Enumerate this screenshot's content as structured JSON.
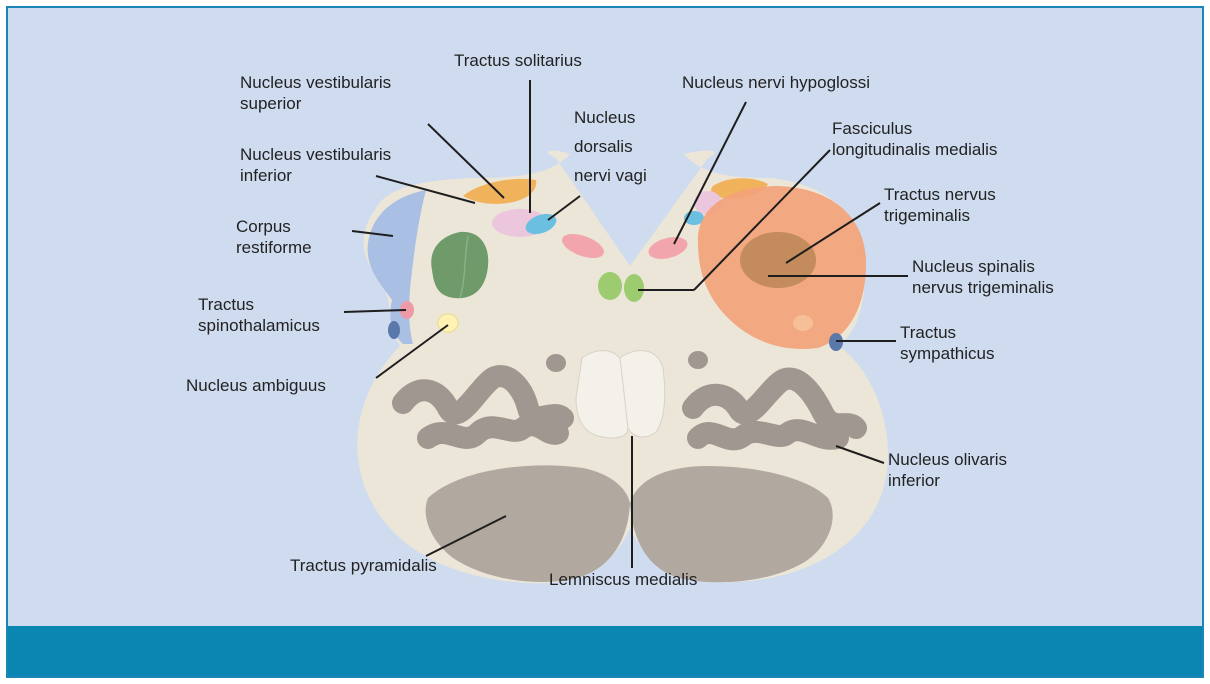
{
  "colors": {
    "background": "#cfdcef",
    "frame_border": "#1b86b5",
    "bottom_band": "#0b85b2",
    "medulla_tissue": "#ece6d8",
    "olive_gray": "#a09890",
    "pyramid": "#b1a89f",
    "vestibular_orange": "#f0b35c",
    "solitary_pink": "#ecc6dd",
    "vagus_blue": "#6bbfe0",
    "hypoglossal_pink": "#f3a5ad",
    "mlf_green": "#9ccc6f",
    "restiform_blue": "#a9bfe3",
    "trigeminal_tract": "#f3a178",
    "trigeminal_nucleus": "#c48b5c",
    "spinothalamic_pink": "#ef9aa8",
    "sympathetic_blue": "#5b78aa",
    "ambiguus_yellow": "#fff2b3",
    "green_nucleus": "#6f9a6a"
  },
  "labels": {
    "nucleus_vestibularis_superior": [
      "Nucleus vestibularis",
      "superior"
    ],
    "tractus_solitarius": [
      "Tractus solitarius"
    ],
    "nucleus_dorsalis_nervi_vagi": [
      "Nucleus",
      "dorsalis",
      "nervi vagi"
    ],
    "nucleus_nervi_hypoglossi": [
      "Nucleus nervi hypoglossi"
    ],
    "fasciculus_longitudinalis_medialis": [
      "Fasciculus",
      "longitudinalis medialis"
    ],
    "nucleus_vestibularis_inferior": [
      "Nucleus vestibularis",
      "inferior"
    ],
    "tractus_nervus_trigeminalis": [
      "Tractus nervus",
      "trigeminalis"
    ],
    "corpus_restiforme": [
      "Corpus",
      "restiforme"
    ],
    "nucleus_spinalis_nervus_trigeminalis": [
      "Nucleus spinalis",
      "nervus trigeminalis"
    ],
    "tractus_spinothalamicus": [
      "Tractus",
      "spinothalamicus"
    ],
    "tractus_sympathicus": [
      "Tractus",
      "sympathicus"
    ],
    "nucleus_ambiguus": [
      "Nucleus ambiguus"
    ],
    "nucleus_olivaris_inferior": [
      "Nucleus olivaris",
      "inferior"
    ],
    "tractus_pyramidalis": [
      "Tractus pyramidalis"
    ],
    "lemniscus_medialis": [
      "Lemniscus medialis"
    ]
  }
}
